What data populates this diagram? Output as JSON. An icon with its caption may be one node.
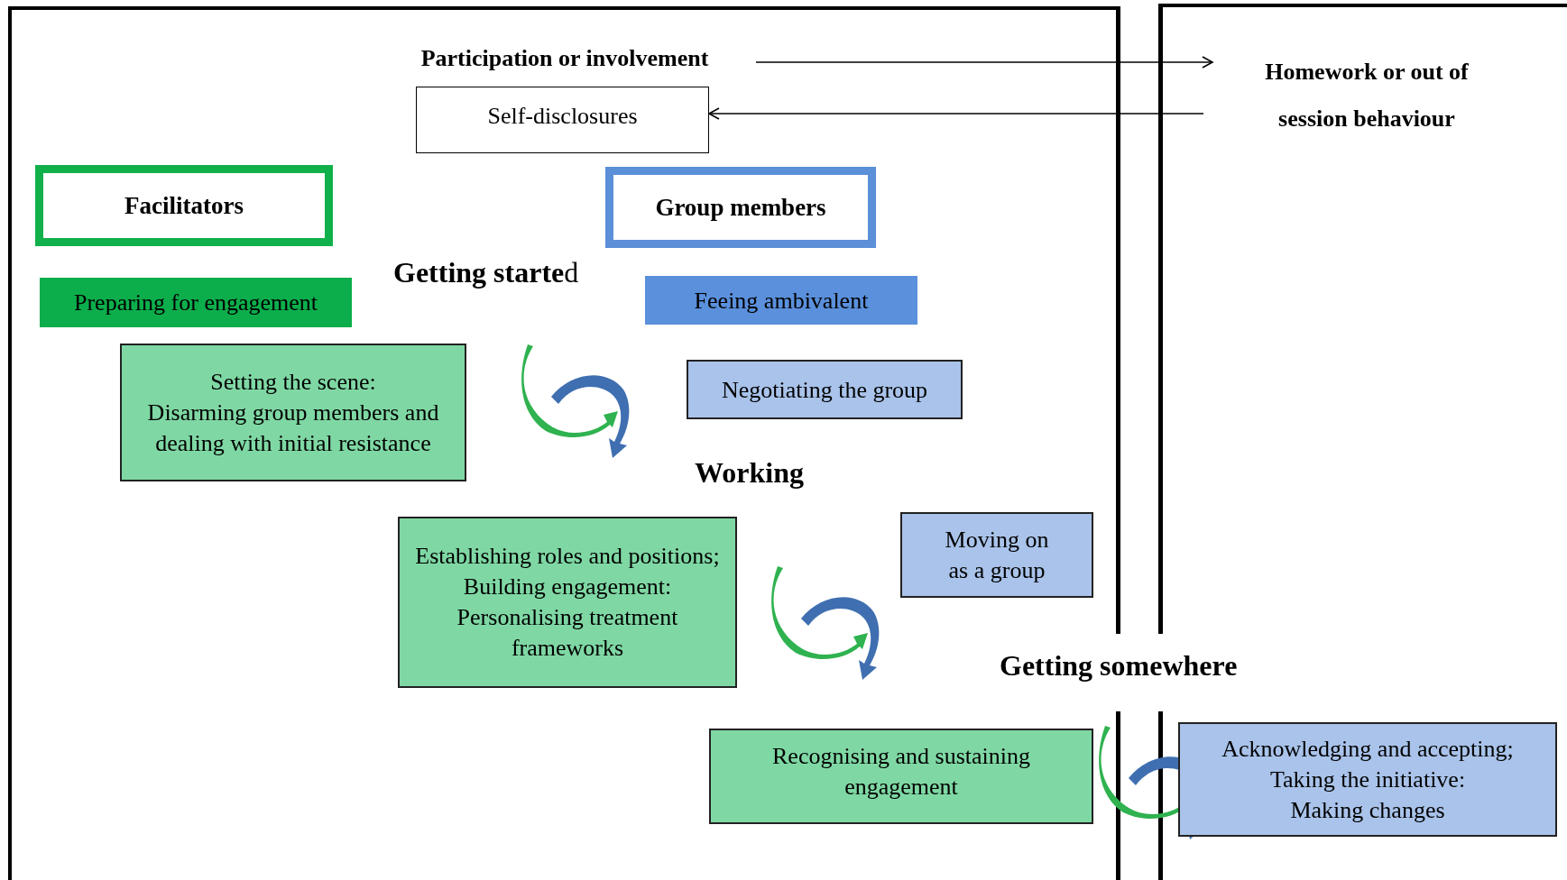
{
  "diagram": {
    "nodes": [
      {
        "text": [
          "Participation or involvement"
        ]
      },
      {
        "text": [
          "Homework or out of session behaviour"
        ]
      },
      {
        "text": [
          "Self-disclosures"
        ]
      },
      {
        "text": [
          "Facilitators"
        ]
      },
      {
        "text": [
          "Group members"
        ]
      },
      {
        "text": [
          "Preparing for engagement"
        ]
      },
      {
        "text": [
          "Feeing ambivalent"
        ]
      },
      {
        "text": [
          "Setting the scene:",
          "Disarming group members and dealing with initial resistance"
        ]
      },
      {
        "text": [
          "Negotiating the group"
        ]
      },
      {
        "text": [
          "Establishing roles and positions;",
          "Building engagement:",
          "Personalising treatment frameworks"
        ]
      },
      {
        "text": [
          "Moving on as a group"
        ]
      },
      {
        "text": [
          "Recognising and sustaining engagement"
        ]
      },
      {
        "text": [
          "Acknowledging and accepting;",
          "Taking the initiative:",
          "Making changes"
        ]
      }
    ],
    "edges": [
      {
        "from": 0,
        "to": 1,
        "arrow": "to"
      },
      {
        "from": 1,
        "to": 2,
        "arrow": "to"
      }
    ],
    "labels": [
      "**Getting starte**d",
      "Working",
      "Getting somewhere"
    ]
  }
}
